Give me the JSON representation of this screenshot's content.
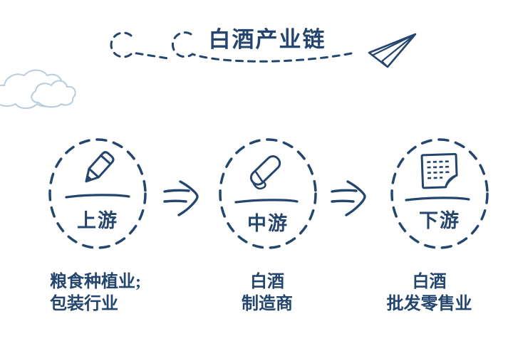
{
  "page": {
    "background": "#ffffff"
  },
  "colors": {
    "ink": "#24466e",
    "cloud": "#b9cbde"
  },
  "header": {
    "title": "白酒产业链",
    "decoration_icons": [
      "dashed-loop-trail",
      "paper-plane-icon"
    ]
  },
  "decorations": {
    "cloud_icon": "cloud-doodle-icon"
  },
  "stations": [
    {
      "stage": "上游",
      "icon": "pencil-icon",
      "desc_line1": "粮食种植业;",
      "desc_line2": "包装行业"
    },
    {
      "stage": "中游",
      "icon": "eraser-icon",
      "desc_line1": "白酒",
      "desc_line2": "制造商"
    },
    {
      "stage": "下游",
      "icon": "note-icon",
      "desc_line1": "白酒",
      "desc_line2": "批发零售业"
    }
  ],
  "arrows": [
    {
      "icon": "double-chevron-arrow"
    },
    {
      "icon": "double-chevron-arrow"
    }
  ]
}
